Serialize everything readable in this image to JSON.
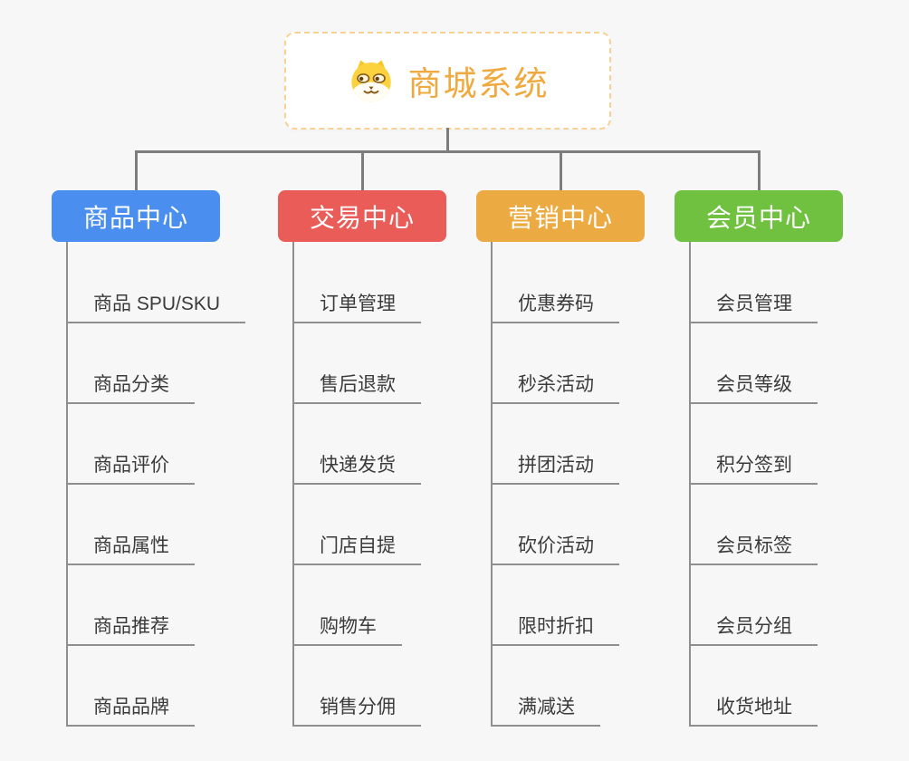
{
  "root": {
    "title": "商城系统",
    "icon": "dog-face-icon"
  },
  "branches": [
    {
      "id": "product-center",
      "label": "商品中心",
      "color": "#4a8ff0",
      "children": [
        "商品 SPU/SKU",
        "商品分类",
        "商品评价",
        "商品属性",
        "商品推荐",
        "商品品牌"
      ]
    },
    {
      "id": "trade-center",
      "label": "交易中心",
      "color": "#e95c57",
      "children": [
        "订单管理",
        "售后退款",
        "快递发货",
        "门店自提",
        "购物车",
        "销售分佣"
      ]
    },
    {
      "id": "marketing-center",
      "label": "营销中心",
      "color": "#ebaa42",
      "children": [
        "优惠券码",
        "秒杀活动",
        "拼团活动",
        "砍价活动",
        "限时折扣",
        "满减送"
      ]
    },
    {
      "id": "member-center",
      "label": "会员中心",
      "color": "#70c140",
      "children": [
        "会员管理",
        "会员等级",
        "积分签到",
        "会员标签",
        "会员分组",
        "收货地址"
      ]
    }
  ],
  "colors": {
    "background": "#f7f7f7",
    "root_text": "#f0a93e",
    "root_border": "#f8d193",
    "connector": "#7d7d7d",
    "underline": "#8f8f8f",
    "leaf_text": "#3b3b3b",
    "node_text": "#ffffff"
  }
}
